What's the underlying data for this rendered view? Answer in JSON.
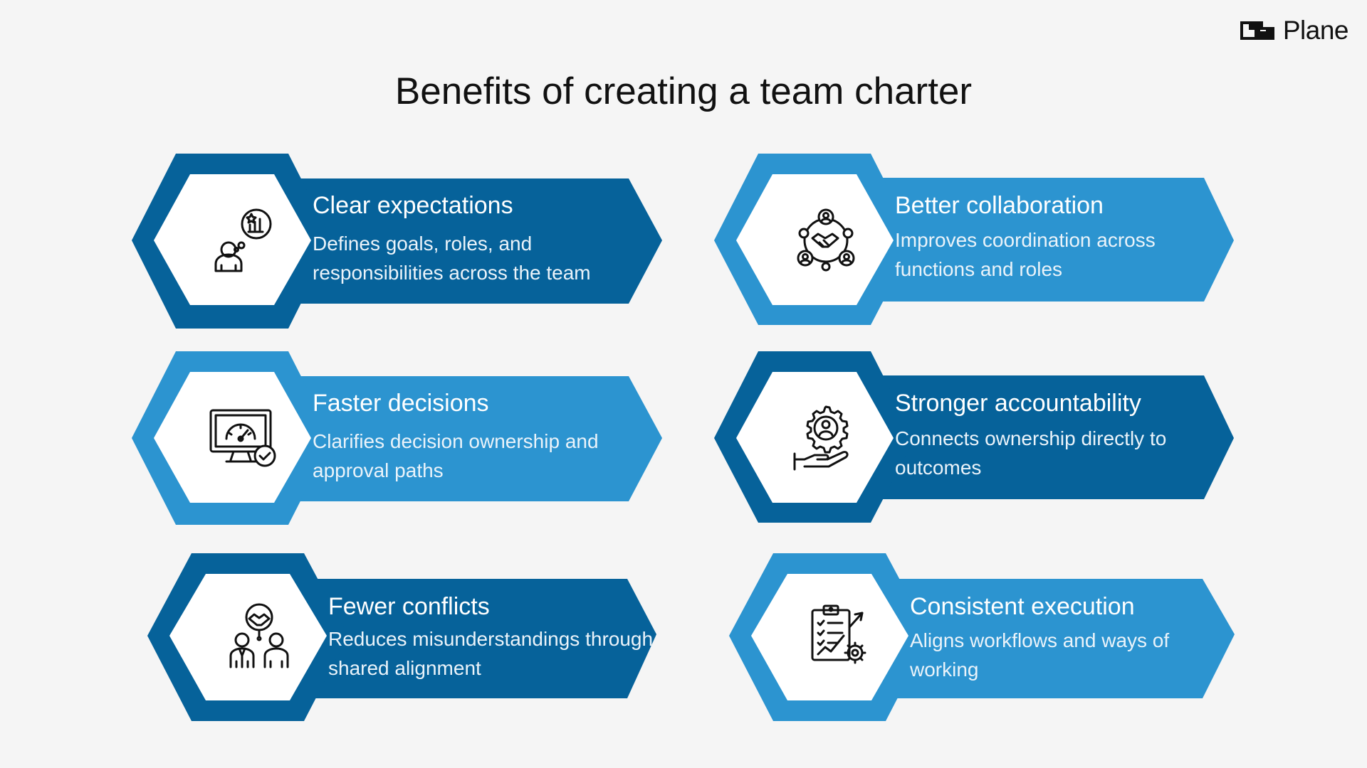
{
  "brand": {
    "name": "Plane"
  },
  "title": "Benefits of creating a team charter",
  "colors": {
    "dark_blue": "#06629a",
    "light_blue": "#2c94d0",
    "background": "#f5f5f5",
    "white": "#ffffff"
  },
  "cards": [
    {
      "title": "Clear expectations",
      "description": "Defines goals, roles, and responsibilities across the team",
      "icon": "person-thinking-chart-icon",
      "hex_color": "#06629a",
      "body_color": "#06629a"
    },
    {
      "title": "Better collaboration",
      "description": "Improves coordination across functions and roles",
      "icon": "handshake-network-icon",
      "hex_color": "#2c94d0",
      "body_color": "#2c94d0"
    },
    {
      "title": "Faster decisions",
      "description": "Clarifies decision ownership and approval paths",
      "icon": "monitor-speedometer-check-icon",
      "hex_color": "#2c94d0",
      "body_color": "#2c94d0"
    },
    {
      "title": "Stronger accountability",
      "description": "Connects ownership directly to outcomes",
      "icon": "hand-gear-person-icon",
      "hex_color": "#06629a",
      "body_color": "#06629a"
    },
    {
      "title": "Fewer conflicts",
      "description": "Reduces misunderstandings through shared alignment",
      "icon": "team-handshake-icon",
      "hex_color": "#06629a",
      "body_color": "#06629a"
    },
    {
      "title": "Consistent execution",
      "description": "Aligns workflows and ways of working",
      "icon": "clipboard-gear-icon",
      "hex_color": "#2c94d0",
      "body_color": "#2c94d0"
    }
  ]
}
